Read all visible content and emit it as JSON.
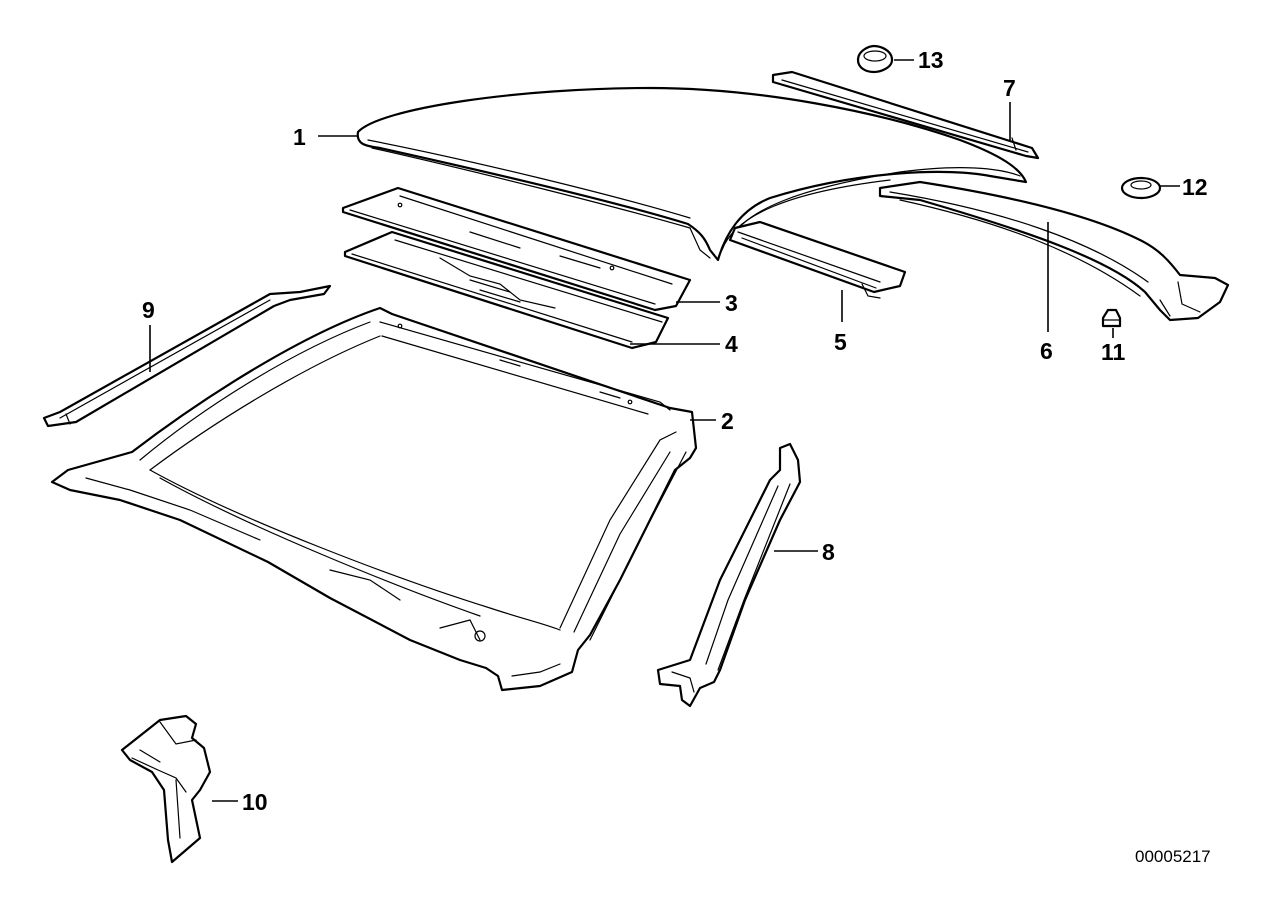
{
  "callouts": {
    "c1": "1",
    "c2": "2",
    "c3": "3",
    "c4": "4",
    "c5": "5",
    "c6": "6",
    "c7": "7",
    "c8": "8",
    "c9": "9",
    "c10": "10",
    "c11": "11",
    "c12": "12",
    "c13": "13"
  },
  "drawing_number": "00005217"
}
